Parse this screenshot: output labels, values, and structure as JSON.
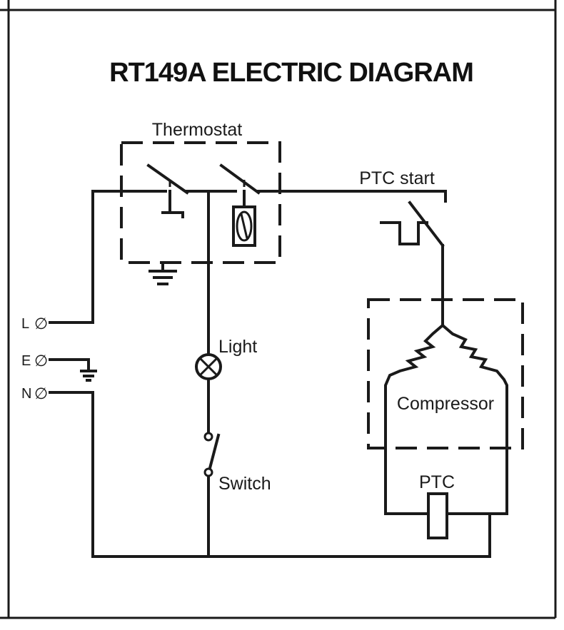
{
  "title": "RT149A ELECTRIC DIAGRAM",
  "labels": {
    "thermostat": "Thermostat",
    "ptc_start": "PTC start",
    "light": "Light",
    "switch": "Switch",
    "compressor": "Compressor",
    "ptc": "PTC"
  },
  "terminals": {
    "line": "L",
    "earth": "E",
    "neutral": "N"
  },
  "terminal_symbol": "∅"
}
